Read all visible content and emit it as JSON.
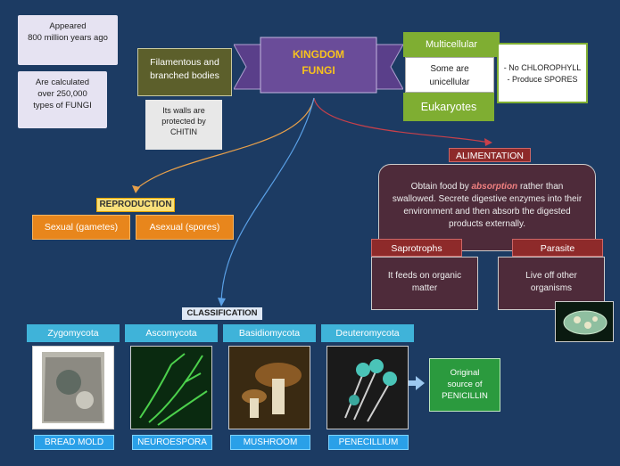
{
  "center": {
    "title_line1": "KINGDOM",
    "title_line2": "FUNGI"
  },
  "notes": {
    "appeared": [
      "Appeared",
      "800 million years ago"
    ],
    "calculated": [
      "Are calculated",
      "over 250,000",
      "types of FUNGI"
    ]
  },
  "structure": {
    "filamentous": [
      "Filamentous and",
      "branched bodies"
    ],
    "walls": [
      "Its walls are",
      "protected by",
      "CHITIN"
    ]
  },
  "cells": {
    "multicellular": "Multicellular",
    "unicellular": [
      "Some are",
      "unicellular"
    ],
    "eukaryotes": "Eukaryotes",
    "features": [
      "- No CHLOROPHYLL",
      "- Produce SPORES"
    ]
  },
  "reproduction": {
    "label": "REPRODUCTION",
    "sexual": "Sexual  (gametes)",
    "asexual": "Asexual  (spores)"
  },
  "alimentation": {
    "label": "ALIMENTATION",
    "text_pre": "Obtain food by ",
    "text_em": "absorption",
    "text_post": " rather than swallowed. Secrete digestive enzymes into their environment and then absorb the digested products externally.",
    "saprotrophs": "Saprotrophs",
    "saprotrophs_desc": [
      "It feeds on organic",
      "matter"
    ],
    "parasite": "Parasite",
    "parasite_desc": [
      "Live off other",
      "organisms"
    ]
  },
  "classification": {
    "label": "CLASSIFICATION",
    "groups": [
      {
        "name": "Zygomycota",
        "example": "BREAD MOLD"
      },
      {
        "name": "Ascomycota",
        "example": "NEUROESPORA"
      },
      {
        "name": "Basidiomycota",
        "example": "MUSHROOM"
      },
      {
        "name": "Deuteromycota",
        "example": "PENECILLIUM"
      }
    ],
    "penicillin": [
      "Original",
      "source of",
      "PENICILLIN"
    ]
  },
  "colors": {
    "background": "#1c3b63",
    "accent_orange": "#e8861c",
    "accent_cyan": "#3fb3d9",
    "accent_green": "#7fae32"
  }
}
